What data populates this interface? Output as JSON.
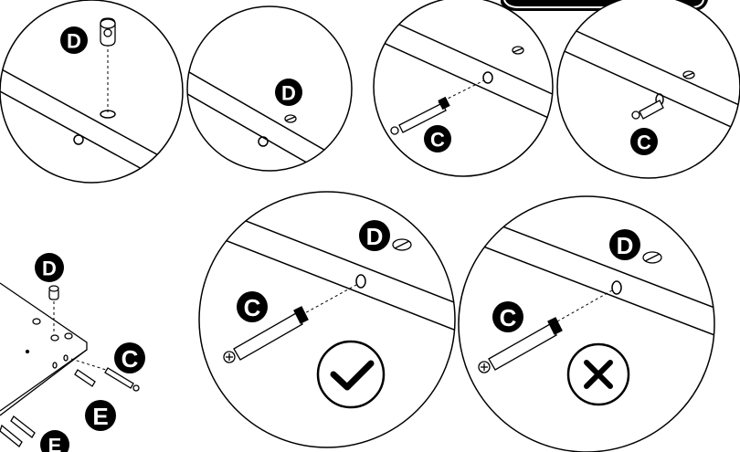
{
  "labels": {
    "cam_lock": "D",
    "dowel_pin": "C",
    "wood_dowel": "E"
  },
  "results": {
    "correct": "check-mark",
    "incorrect": "x-mark"
  },
  "colors": {
    "ink": "#000000",
    "paper": "#ffffff"
  }
}
